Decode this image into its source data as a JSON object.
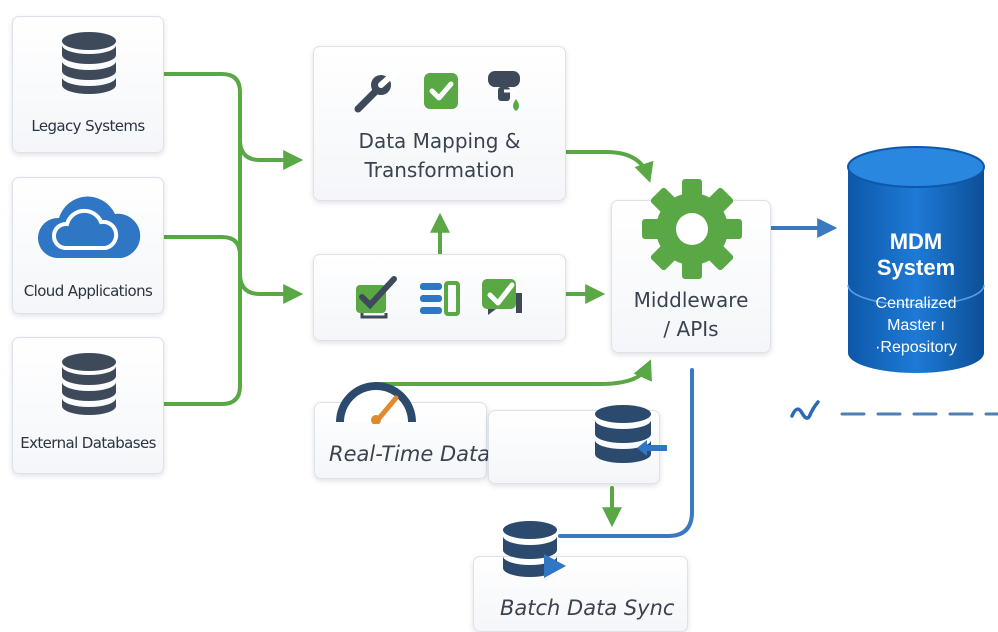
{
  "sources": [
    {
      "label": "Legacy Systems",
      "icon": "database-icon"
    },
    {
      "label": "Cloud Applications",
      "icon": "cloud-icon"
    },
    {
      "label": "External Databases",
      "icon": "database-icon"
    }
  ],
  "mapping": {
    "line1": "Data Mapping &",
    "line2": "Transformation"
  },
  "middleware": {
    "line1": "Middleware",
    "line2": "/ APIs"
  },
  "mdm": {
    "title1": "MDM",
    "title2": "System",
    "sub1": "Centralized",
    "sub2": "Master ı",
    "sub3": "·Repository"
  },
  "realtime": {
    "label": "Real-Time Data Sync"
  },
  "batch": {
    "label": "Batch Data Sync"
  },
  "colors": {
    "green": "#5aa845",
    "blue": "#3a78c0",
    "dark": "#3e4a5a",
    "cylinder": "#1566b8"
  }
}
